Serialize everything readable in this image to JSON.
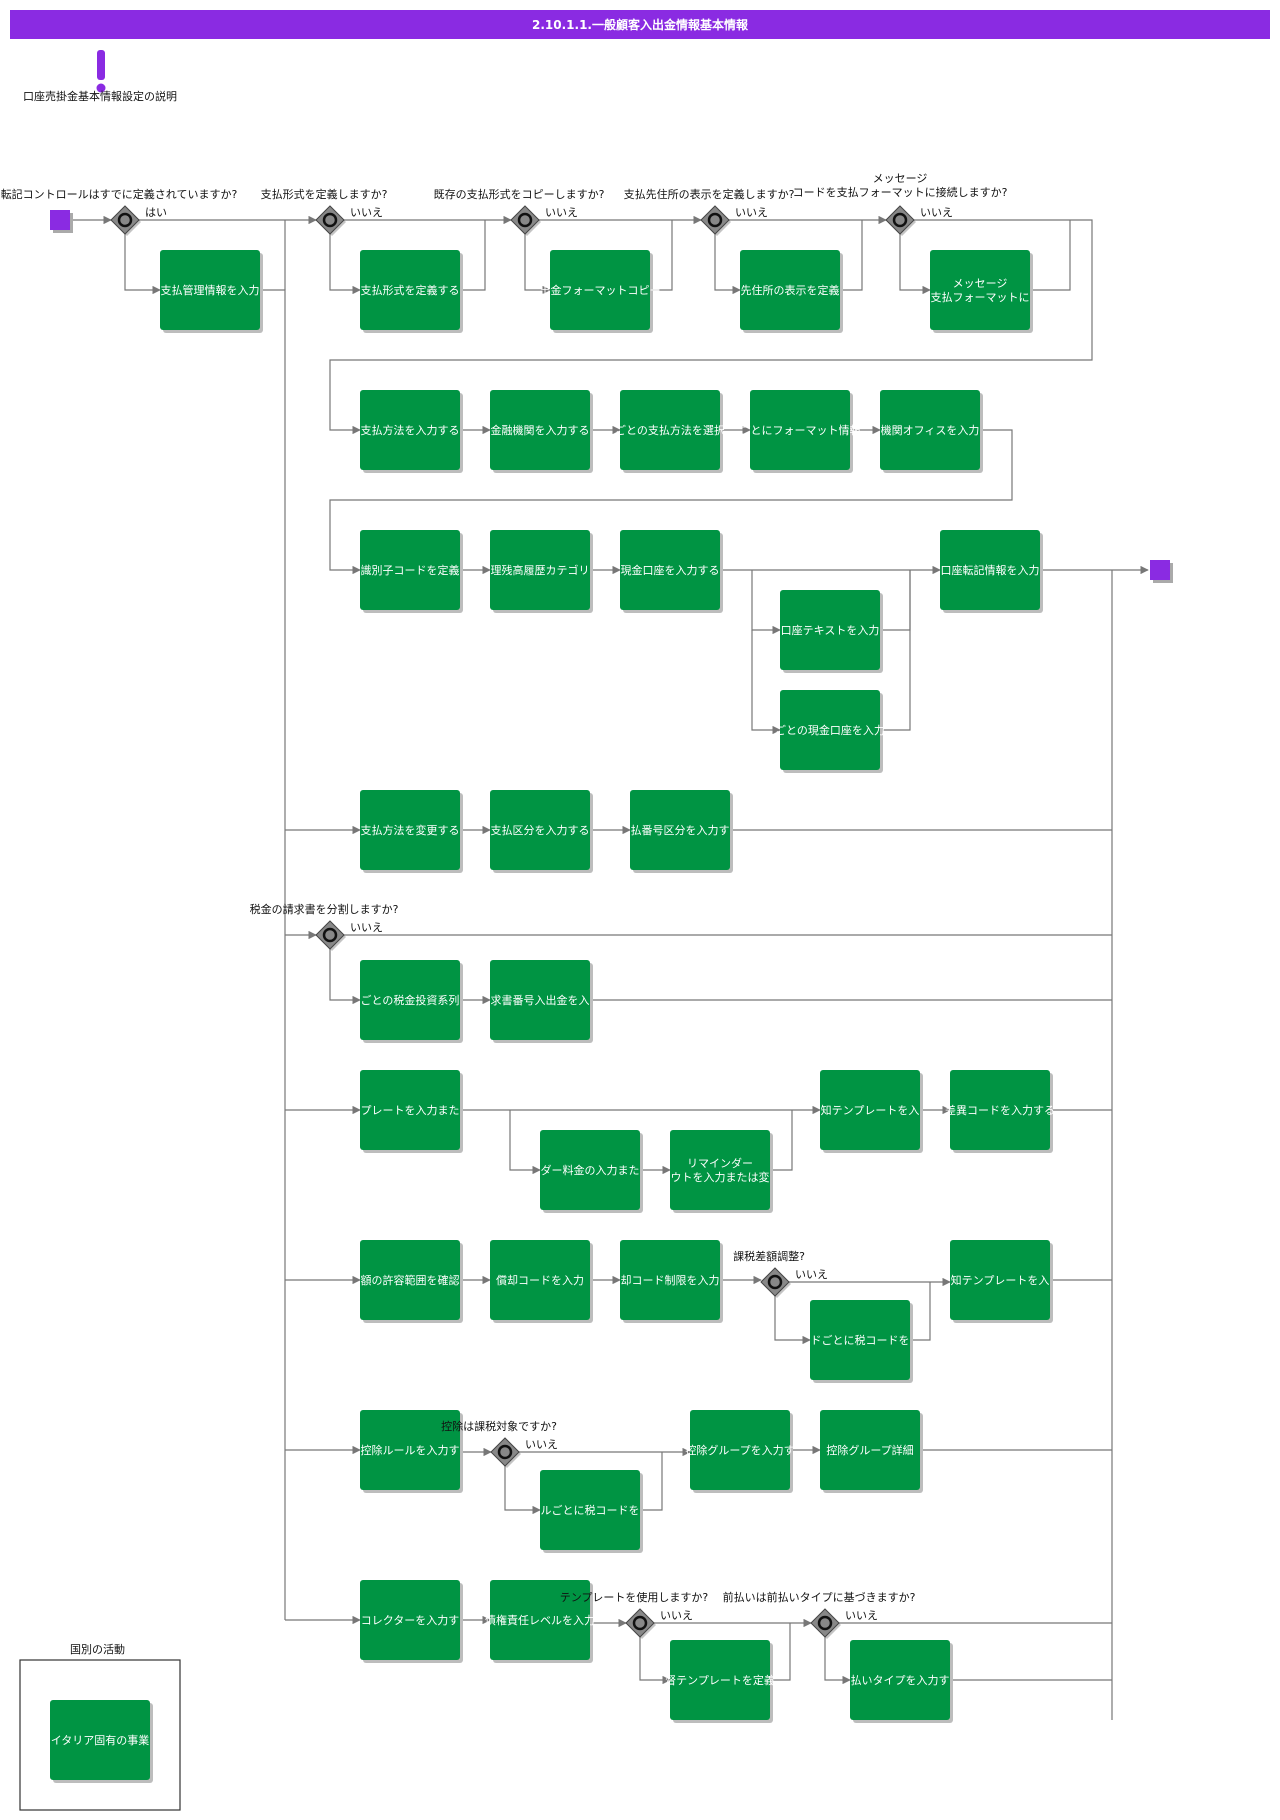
{
  "header": {
    "title": "2.10.1.1.一般顧客入出金情報基本情報"
  },
  "note": {
    "icon": "exclamation-icon",
    "label": "口座売掛金基本情報設定の説明"
  },
  "colors": {
    "header": "#8a2be2",
    "task": "#009443",
    "gateway": "#888888",
    "event": "#8a2be2",
    "line": "#777777"
  },
  "gateways": {
    "g1": {
      "question": "転記コントロールはすでに定義されていますか?",
      "branch": "はい"
    },
    "g2": {
      "question": "支払形式を定義しますか?",
      "branch": "いいえ"
    },
    "g3": {
      "question": "既存の支払形式をコピーしますか?",
      "branch": "いいえ"
    },
    "g4": {
      "question": "支払先住所の表示を定義しますか?",
      "branch": "いいえ"
    },
    "g5": {
      "question_line1": "メッセージ",
      "question_line2": "コードを支払フォーマットに接続しますか?",
      "branch": "いいえ"
    },
    "g6": {
      "question": "税金の請求書を分割しますか?",
      "branch": "いいえ"
    },
    "g7": {
      "question": "課税差額調整?",
      "branch": "いいえ"
    },
    "g8": {
      "question": "控除は課税対象ですか?",
      "branch": "いいえ"
    },
    "g9": {
      "question": "テンプレートを使用しますか?",
      "branch": "いいえ"
    },
    "g10": {
      "question": "前払いは前払いタイプに基づきますか?",
      "branch": "いいえ"
    }
  },
  "tasks": {
    "t1": "支払管理情報を入力",
    "t2": "支払形式を定義する",
    "t3": "出金フォーマットコピー",
    "t4": "先住所の表示を定義",
    "t5_line1": "メッセージ",
    "t5_line2": "支払フォーマットに",
    "t6": "支払方法を入力する",
    "t7": "金融機関を入力する",
    "t8": "ごとの支払方法を選択",
    "t9": "ごとにフォーマット情報",
    "t10": "機関オフィスを入力",
    "t11": "識別子コードを定義",
    "t12": "理残高履歴カテゴリ",
    "t13": "現金口座を入力する",
    "t14": "口座テキストを入力",
    "t15": "ごとの現金口座を入力",
    "t16": "口座転記情報を入力",
    "t17": "支払方法を変更する",
    "t18": "支払区分を入力する",
    "t19": "払番号区分を入力す",
    "t20": "ごとの税金投資系列",
    "t21": "求書番号入出金を入",
    "t22": "プレートを入力また",
    "t23": "ダー料金の入力また",
    "t24_line1": "リマインダー",
    "t24_line2": "ウトを入力または変",
    "t25": "知テンプレートを入",
    "t26": "差異コードを入力する",
    "t27": "額の許容範囲を確認",
    "t28": "償却コードを入力",
    "t29": "却コード制限を入力",
    "t30": "ドごとに税コードを",
    "t31": "知テンプレートを入",
    "t32": "控除ルールを入力す",
    "t33": "ルごとに税コードを",
    "t34": "控除グループを入力す",
    "t35": "控除グループ詳細",
    "t36": "コレクターを入力す",
    "t37": "債権責任レベルを入力",
    "t38": "督テンプレートを定義",
    "t39": "払いタイプを入力す",
    "t40": "イタリア固有の事業"
  },
  "legend": {
    "title": "国別の活動"
  }
}
